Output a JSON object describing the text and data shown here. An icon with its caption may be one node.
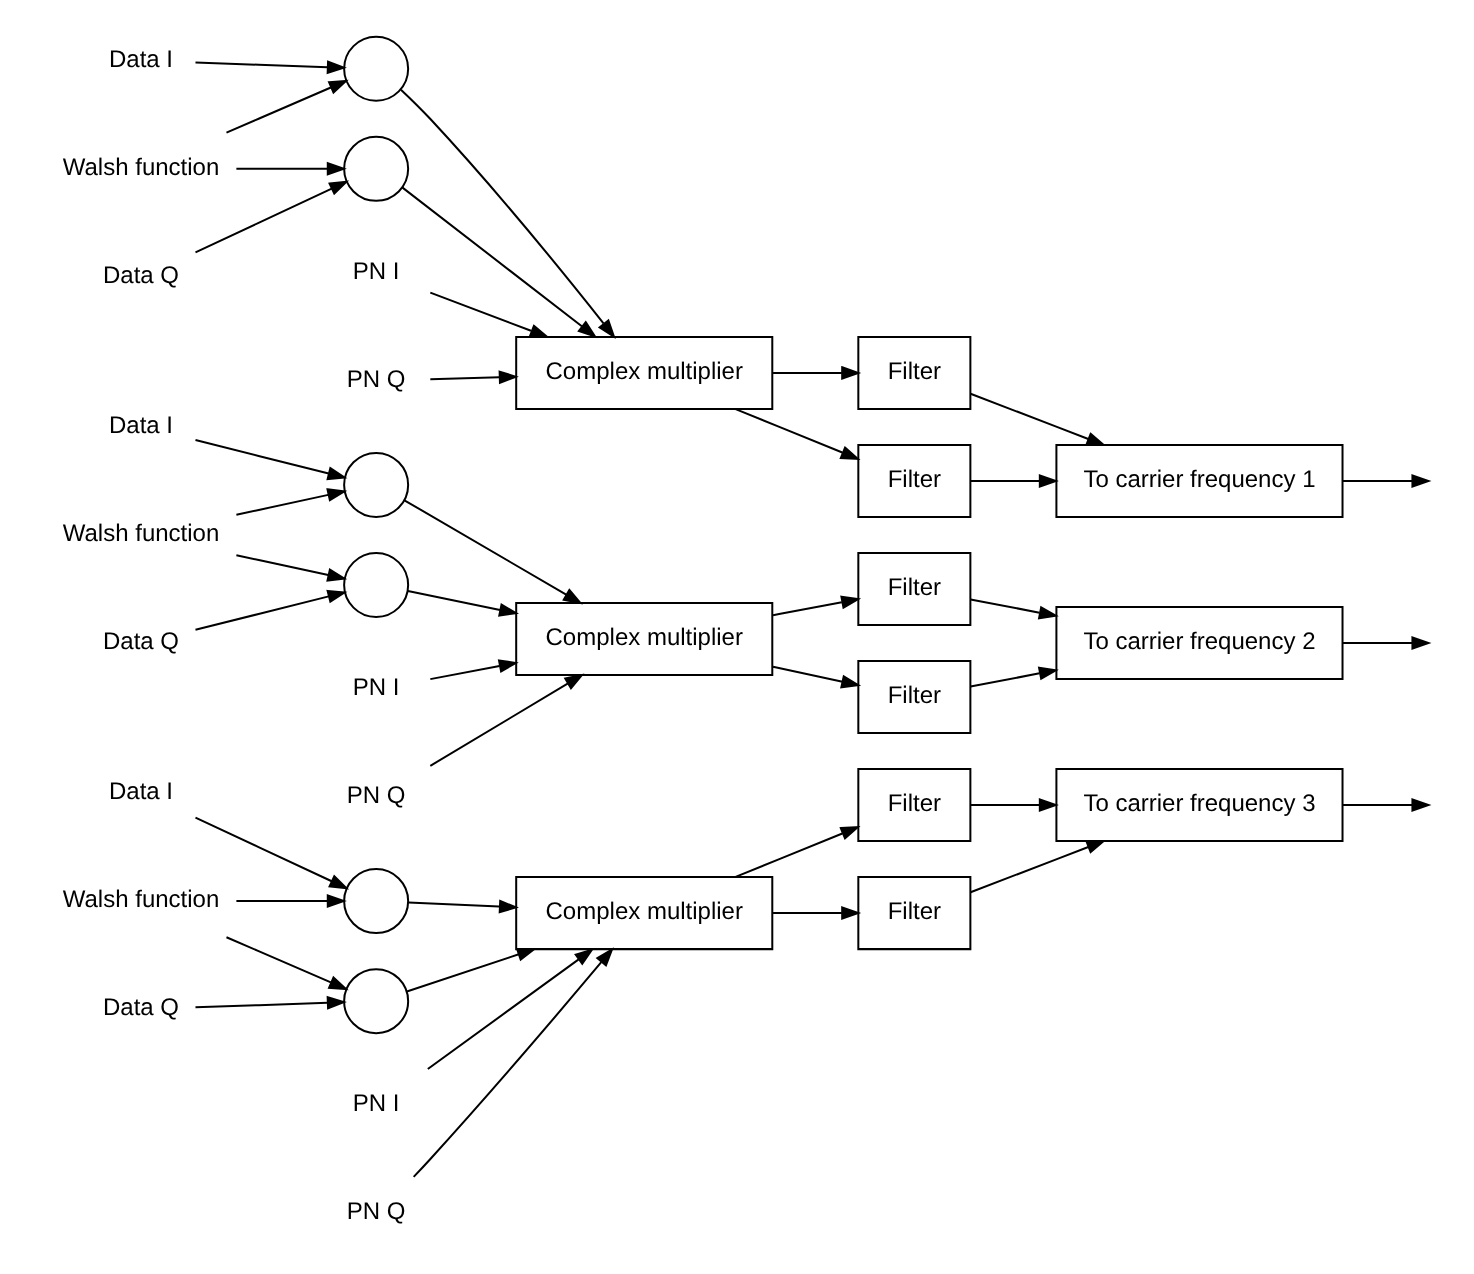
{
  "diagram": {
    "nodes": [
      {
        "text": [
          "Data I"
        ]
      },
      {
        "text": [
          "Walsh function"
        ]
      },
      {
        "text": [
          "Data Q"
        ]
      },
      {
        "text": [],
        "shape": "circle"
      },
      {
        "text": [],
        "shape": "circle"
      },
      {
        "text": [
          "Complex multiplier"
        ]
      },
      {
        "text": [
          "Filter"
        ]
      },
      {
        "text": [
          "Filter"
        ]
      },
      {
        "text": [
          "To carrier frequency 1"
        ]
      },
      {
        "text": [
          "PN I"
        ]
      },
      {
        "text": [
          "PN Q"
        ]
      },
      {
        "text": [
          "Data I"
        ]
      },
      {
        "text": [
          "Walsh function"
        ]
      },
      {
        "text": [
          "Data Q"
        ]
      },
      {
        "text": [],
        "shape": "circle"
      },
      {
        "text": [],
        "shape": "circle"
      },
      {
        "text": [
          "Complex multiplier"
        ]
      },
      {
        "text": [
          "Filter"
        ]
      },
      {
        "text": [
          "Filter"
        ]
      },
      {
        "text": [
          "To carrier frequency 2"
        ]
      },
      {
        "text": [
          "PN I"
        ]
      },
      {
        "text": [
          "PN Q"
        ]
      },
      {
        "text": [
          "Data I"
        ]
      },
      {
        "text": [
          "Walsh function"
        ]
      },
      {
        "text": [
          "Data Q"
        ]
      },
      {
        "text": [],
        "shape": "circle"
      },
      {
        "text": [],
        "shape": "circle"
      },
      {
        "text": [
          "Complex multiplier"
        ]
      },
      {
        "text": [
          "Filter"
        ]
      },
      {
        "text": [
          "Filter"
        ]
      },
      {
        "text": [
          "To carrier frequency 3"
        ]
      },
      {
        "text": [
          "PN I"
        ]
      },
      {
        "text": [
          "PN Q"
        ]
      }
    ],
    "edges": [
      {
        "from": 0,
        "to": 3,
        "arrow": "to"
      },
      {
        "from": 1,
        "to": 3,
        "arrow": "to"
      },
      {
        "from": 1,
        "to": 4,
        "arrow": "to"
      },
      {
        "from": 2,
        "to": 4,
        "arrow": "to"
      },
      {
        "from": 3,
        "to": 5,
        "arrow": "to"
      },
      {
        "from": 4,
        "to": 5,
        "arrow": "to"
      },
      {
        "from": 9,
        "to": 5,
        "arrow": "to"
      },
      {
        "from": 10,
        "to": 5,
        "arrow": "to"
      },
      {
        "from": 5,
        "to": 6,
        "arrow": "to"
      },
      {
        "from": 5,
        "to": 7,
        "arrow": "to"
      },
      {
        "from": 6,
        "to": 8,
        "arrow": "to"
      },
      {
        "from": 7,
        "to": 8,
        "arrow": "to"
      },
      {
        "from": 8,
        "to": null,
        "arrow": "to"
      },
      {
        "from": 11,
        "to": 14,
        "arrow": "to"
      },
      {
        "from": 12,
        "to": 14,
        "arrow": "to"
      },
      {
        "from": 12,
        "to": 15,
        "arrow": "to"
      },
      {
        "from": 13,
        "to": 15,
        "arrow": "to"
      },
      {
        "from": 14,
        "to": 16,
        "arrow": "to"
      },
      {
        "from": 15,
        "to": 16,
        "arrow": "to"
      },
      {
        "from": 20,
        "to": 16,
        "arrow": "to"
      },
      {
        "from": 21,
        "to": 16,
        "arrow": "to"
      },
      {
        "from": 16,
        "to": 17,
        "arrow": "to"
      },
      {
        "from": 16,
        "to": 18,
        "arrow": "to"
      },
      {
        "from": 17,
        "to": 19,
        "arrow": "to"
      },
      {
        "from": 18,
        "to": 19,
        "arrow": "to"
      },
      {
        "from": 19,
        "to": null,
        "arrow": "to"
      },
      {
        "from": 22,
        "to": 25,
        "arrow": "to"
      },
      {
        "from": 23,
        "to": 25,
        "arrow": "to"
      },
      {
        "from": 23,
        "to": 26,
        "arrow": "to"
      },
      {
        "from": 24,
        "to": 26,
        "arrow": "to"
      },
      {
        "from": 25,
        "to": 27,
        "arrow": "to"
      },
      {
        "from": 26,
        "to": 27,
        "arrow": "to"
      },
      {
        "from": 31,
        "to": 27,
        "arrow": "to"
      },
      {
        "from": 32,
        "to": 27,
        "arrow": "to"
      },
      {
        "from": 27,
        "to": 28,
        "arrow": "to"
      },
      {
        "from": 27,
        "to": 29,
        "arrow": "to"
      },
      {
        "from": 28,
        "to": 30,
        "arrow": "to"
      },
      {
        "from": 29,
        "to": 30,
        "arrow": "to"
      },
      {
        "from": 30,
        "to": null,
        "arrow": "to"
      }
    ]
  }
}
